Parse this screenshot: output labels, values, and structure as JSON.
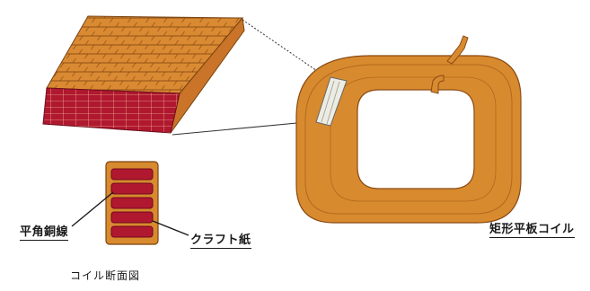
{
  "labels": {
    "flat_wire": "平角銅線",
    "kraft_paper": "クラフト紙",
    "rect_coil": "矩形平板コイル",
    "cross_section": "コイル断面図"
  },
  "colors": {
    "copper": "#d88a2e",
    "copper_dark": "#b06a1e",
    "copper_edge": "#7a4410",
    "wire_red": "#b01830",
    "wire_red_dark": "#6e0c1c",
    "insulation": "#e8e8e0"
  }
}
